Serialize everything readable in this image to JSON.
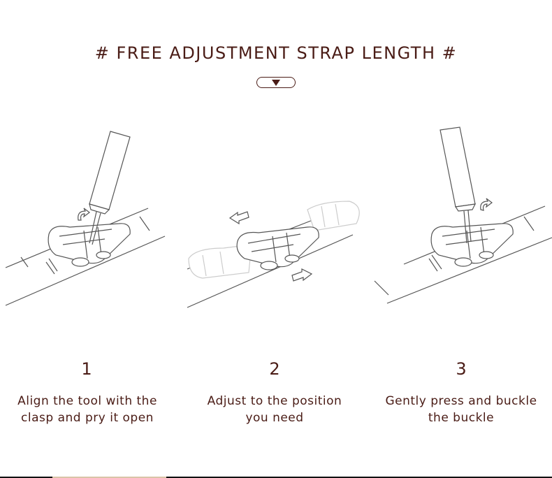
{
  "header": {
    "title": "# FREE ADJUSTMENT STRAP LENGTH #",
    "arrow_icon": "triangle-down-icon"
  },
  "steps": [
    {
      "number": "1",
      "line1": "Align the tool with the",
      "line2": "clasp and pry it open"
    },
    {
      "number": "2",
      "line1": "Adjust to the position",
      "line2": "you need"
    },
    {
      "number": "3",
      "line1": "Gently press and buckle",
      "line2": "the buckle"
    }
  ],
  "colors": {
    "text": "#4a1c16",
    "line": "#555555"
  }
}
